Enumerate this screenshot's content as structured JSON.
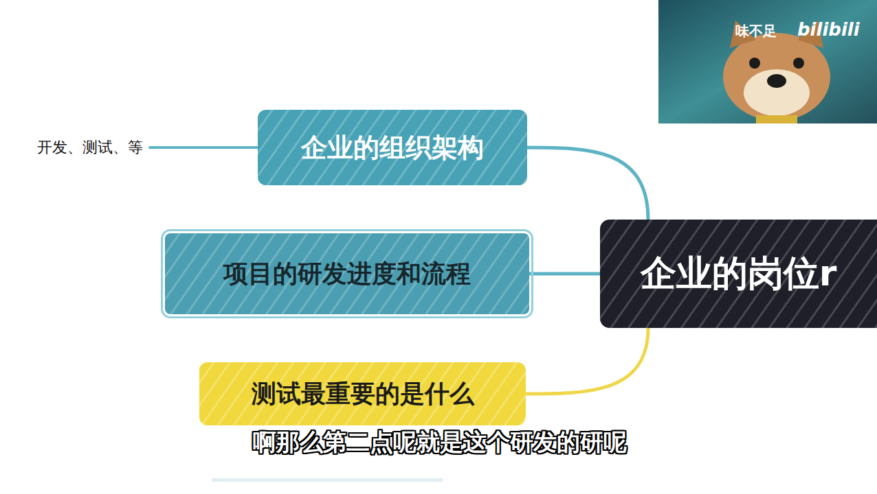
{
  "diagram": {
    "caption": "啊那么第二点呢就是这个研发的研呢",
    "nodes": [
      {
        "text": [
          "企业的组织架构"
        ]
      },
      {
        "text": [
          "项目的研发进度和流程"
        ]
      },
      {
        "text": [
          "测试最重要的是什么"
        ]
      },
      {
        "text": [
          "企业的岗位r"
        ]
      }
    ],
    "edges": [
      {
        "from": 3,
        "to": 0,
        "arrow": "none"
      },
      {
        "from": 3,
        "to": 1,
        "arrow": "none"
      },
      {
        "from": 3,
        "to": 2,
        "arrow": "none"
      }
    ],
    "labels": [
      "开发、测试、等",
      "味不足",
      "bilibili"
    ]
  }
}
